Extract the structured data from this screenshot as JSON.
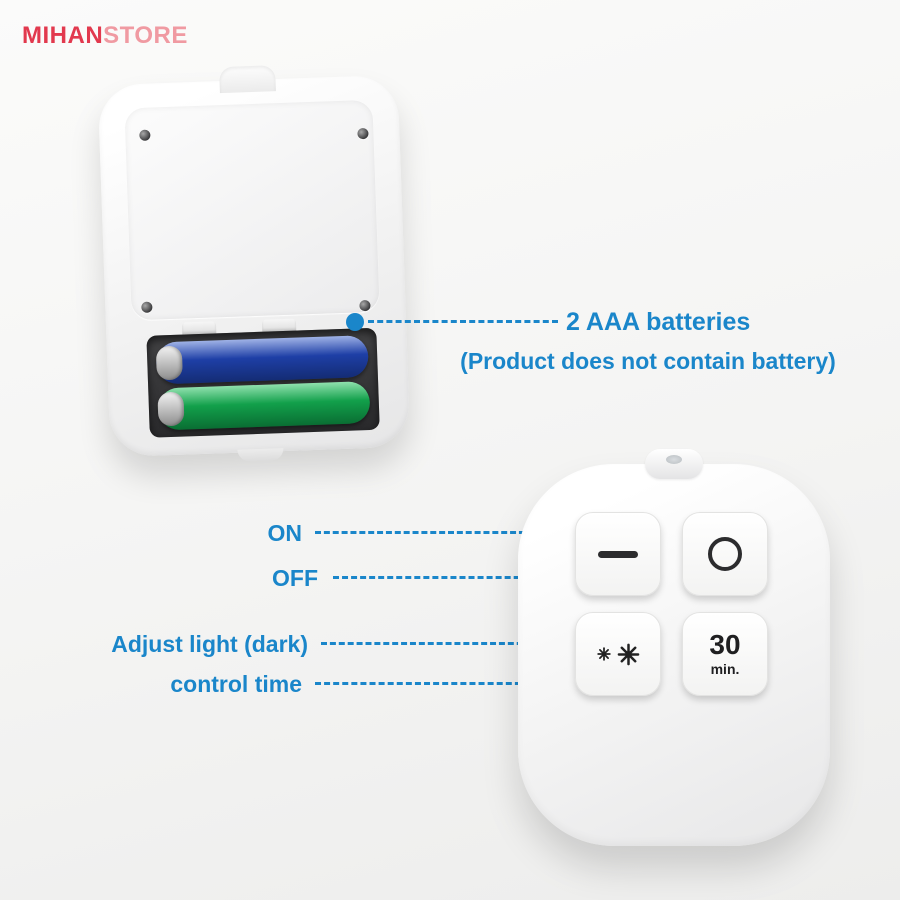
{
  "colors": {
    "accent-blue": "#1a86ca",
    "brand-red": "#e2394e",
    "brand-pink": "#f09aa2",
    "battery-blue": "#1e3fa6",
    "battery-green": "#12a04b"
  },
  "brand": {
    "name_primary": "MIHAN",
    "name_secondary": "STORE"
  },
  "battery_annotation": {
    "title": "2 AAA batteries",
    "note": "(Product does not contain battery)"
  },
  "remote": {
    "labels": {
      "on": "ON",
      "off": "OFF",
      "adjust_light": "Adjust light (dark)",
      "control_time": "control time"
    },
    "timer_button": {
      "value": "30",
      "unit": "min."
    }
  }
}
